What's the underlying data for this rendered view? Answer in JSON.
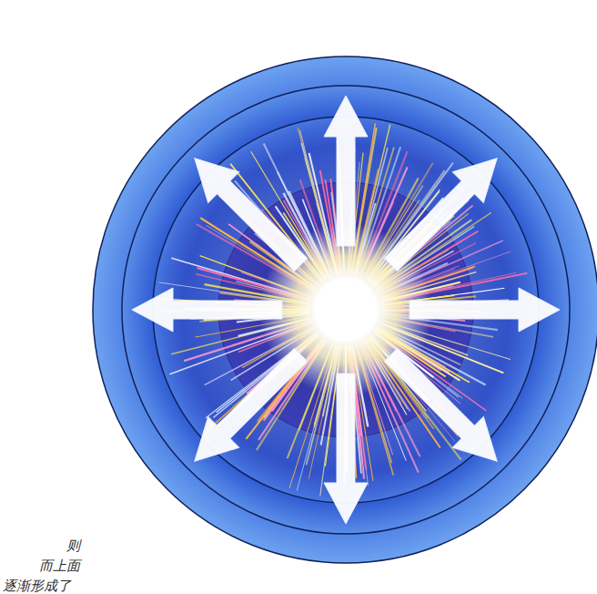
{
  "diagram": {
    "labels": [
      "则",
      "而上面",
      "逐渐形成了"
    ]
  }
}
